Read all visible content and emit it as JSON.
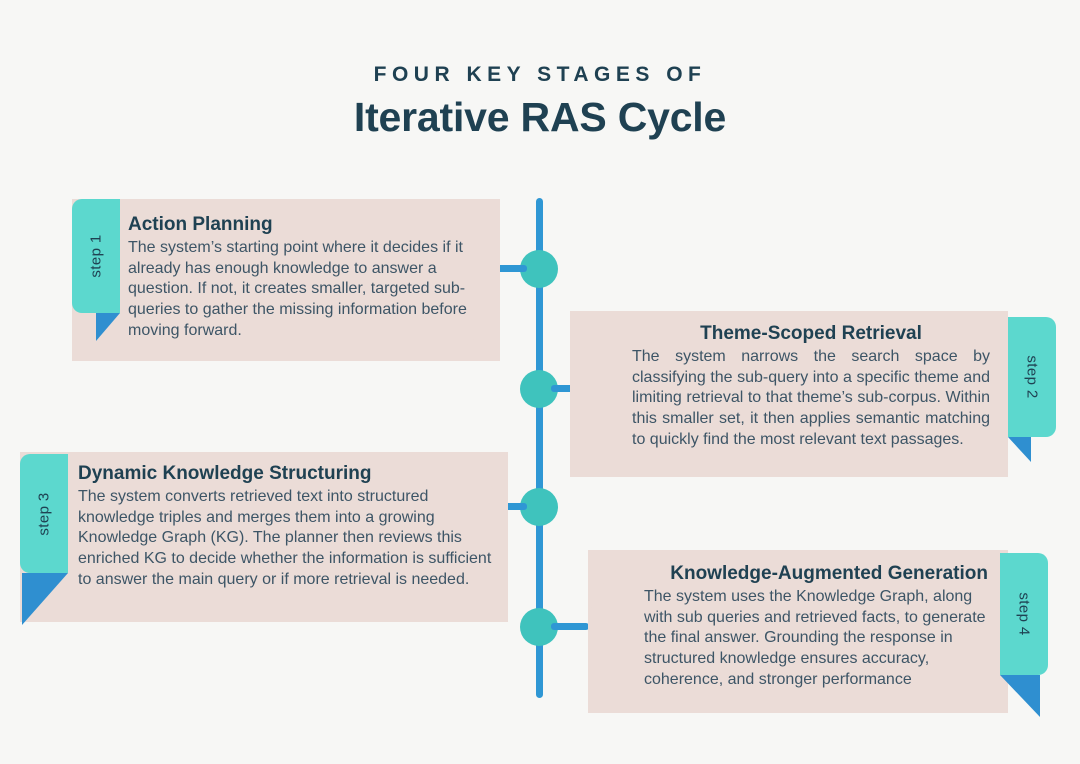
{
  "title": {
    "kicker": "FOUR KEY STAGES OF",
    "main": "Iterative RAS Cycle"
  },
  "colors": {
    "page_background": "#F7F7F5",
    "card_background": "#EBDCD7",
    "tab_teal": "#5CD8CE",
    "node_teal": "#3FC3BD",
    "line_blue": "#2F97D4",
    "fold_blue": "#2F8FD0",
    "heading_navy": "#1F4152",
    "body_text": "#3D5566"
  },
  "steps": [
    {
      "tab_label": "step 1",
      "heading": "Action Planning",
      "description": "The system’s starting point where it decides if it already has enough knowledge to answer a question. If not, it creates smaller, targeted sub-queries to gather the missing information before moving forward.",
      "side": "left"
    },
    {
      "tab_label": "step 2",
      "heading": "Theme-Scoped Retrieval",
      "description": "The system narrows the search space by classifying the sub-query into a specific theme and limiting retrieval to that theme’s sub-corpus. Within this smaller set, it then applies semantic matching to quickly find the most relevant text passages.",
      "side": "right"
    },
    {
      "tab_label": "step 3",
      "heading": "Dynamic Knowledge Structuring",
      "description": "The system converts retrieved text into structured knowledge triples and merges them into a growing Knowledge Graph (KG). The planner then reviews this enriched KG to decide whether the information is sufficient to answer the main query or if more retrieval is needed.",
      "side": "left"
    },
    {
      "tab_label": "step 4",
      "heading": "Knowledge-Augmented Generation",
      "description": "The system uses the Knowledge Graph, along with sub queries and retrieved facts, to generate the final answer. Grounding the response in structured knowledge ensures accuracy, coherence, and stronger performance",
      "side": "right"
    }
  ]
}
